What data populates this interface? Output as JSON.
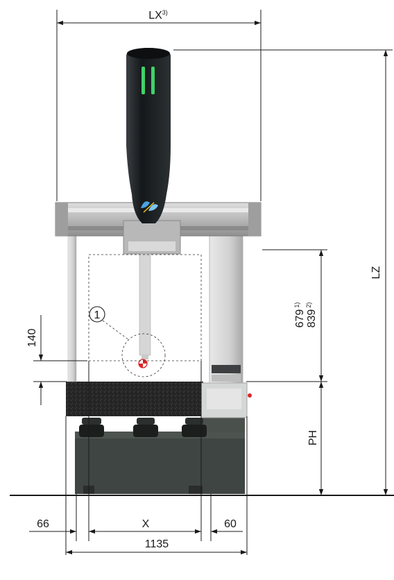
{
  "labels": {
    "lx": "LX",
    "lx_note": "3)",
    "lz": "LZ",
    "ph": "PH",
    "x": "X",
    "h140": "140",
    "w66": "66",
    "w60": "60",
    "w1135": "1135",
    "callout": "1",
    "travel_a": "679",
    "travel_a_note": "1)",
    "travel_b": "839",
    "travel_b_note": "2)"
  },
  "colors": {
    "dimension_line": "#1a1a1a",
    "column": "#1d2124",
    "column_led": "#3fd26a",
    "bridge": "#c9c9c9",
    "bridge_dark": "#8e8e8e",
    "granite": "#2a2a2a",
    "base": "#3f4542",
    "probe_red": "#d9262a"
  }
}
